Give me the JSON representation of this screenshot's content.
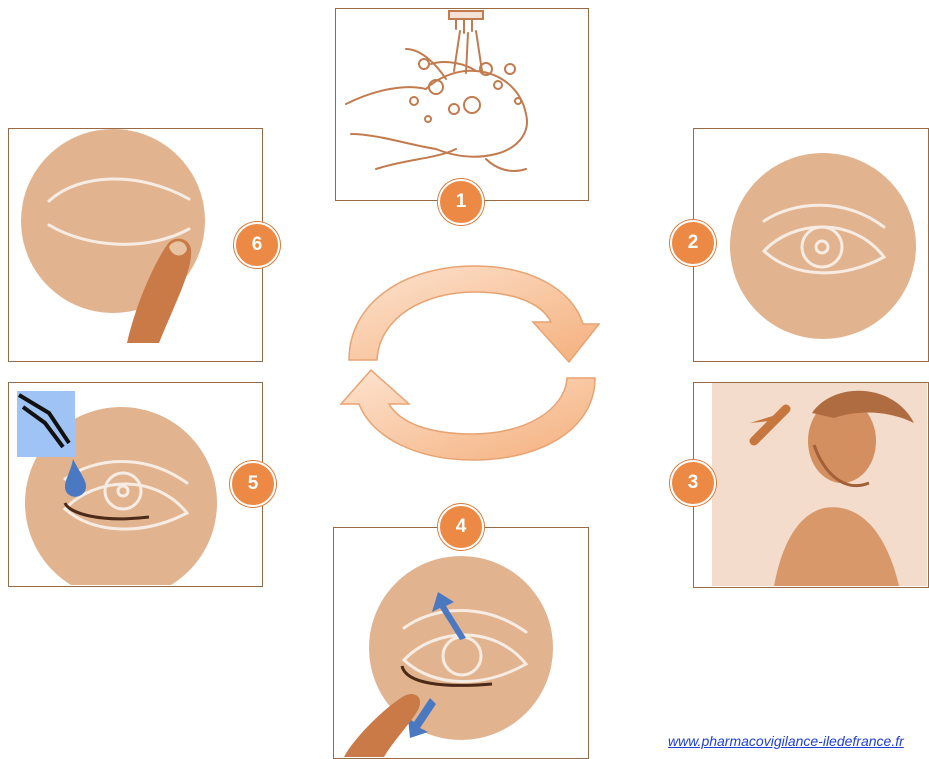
{
  "steps": [
    {
      "number": "1",
      "icon": "hand-washing"
    },
    {
      "number": "2",
      "icon": "eye"
    },
    {
      "number": "3",
      "icon": "head-tilted-back"
    },
    {
      "number": "4",
      "icon": "pull-lower-eyelid"
    },
    {
      "number": "5",
      "icon": "eye-drop"
    },
    {
      "number": "6",
      "icon": "press-inner-eye-corner"
    }
  ],
  "cycle_icon": "circular-arrows",
  "footer": {
    "url": "www.pharmacovigilance-iledefrance.fr"
  },
  "colors": {
    "badge": "#ec8a45",
    "skin_circle": "#e2b38f",
    "line_art": "#c27b4e",
    "arrow_fill": "#f7c7a1",
    "drop": "#4a79c2",
    "link": "#1f3fd6"
  }
}
